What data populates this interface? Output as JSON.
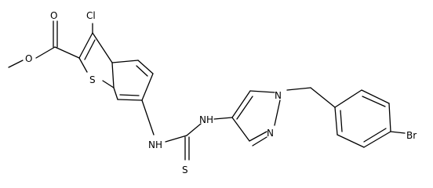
{
  "molecule": {
    "atoms": {
      "o_carbonyl": "O",
      "o_ester": "O",
      "cl": "Cl",
      "s_ring": "S",
      "nh_left": "NH",
      "nh_right": "NH",
      "s_thione": "S",
      "n1_pyrazole": "N",
      "n2_pyrazole": "N",
      "br": "Br"
    }
  },
  "colors": {
    "bond": "#000000",
    "label": "#000000",
    "background": "#ffffff"
  }
}
